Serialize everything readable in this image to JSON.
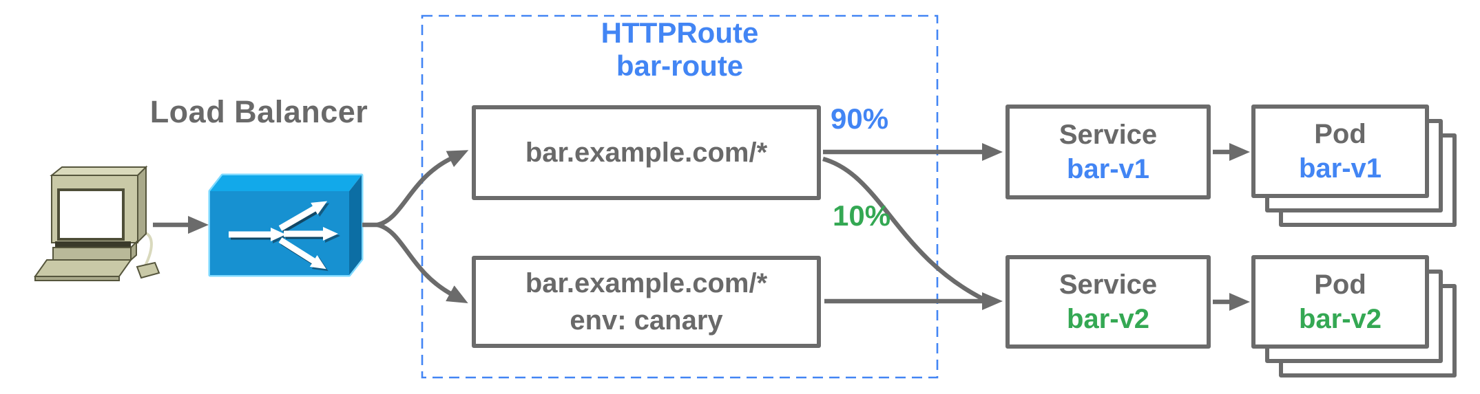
{
  "colors": {
    "blue": "#4285F4",
    "green": "#34A853",
    "gray": "#6B6B6B",
    "gray_text": "#696969",
    "dash_blue": "#4285F4",
    "lb_front": "#1791D1",
    "lb_top": "#12A9EA",
    "lb_side": "#0C6EA4",
    "lb_glow": "#7ED9FF",
    "pc_body": "#C9C9A7",
    "pc_top": "#DADABC",
    "pc_side": "#A9A98A",
    "pc_outline": "#55553C",
    "pc_band": "#3A3A2A",
    "pc_cable": "#D9D9BD"
  },
  "client": {
    "icon": "desktop-computer-icon"
  },
  "load_balancer": {
    "label": "Load Balancer",
    "icon": "load-balancer-icon"
  },
  "httproute": {
    "title": "HTTPRoute",
    "name": "bar-route",
    "rules": [
      {
        "match": "bar.example.com/*",
        "traffic_weight": "90%"
      },
      {
        "match": "bar.example.com/*",
        "header_match": "env: canary",
        "traffic_weight": "10%"
      }
    ]
  },
  "services": [
    {
      "kind": "Service",
      "name": "bar-v1",
      "accent": "blue"
    },
    {
      "kind": "Service",
      "name": "bar-v2",
      "accent": "green"
    }
  ],
  "pods": [
    {
      "kind": "Pod",
      "name": "bar-v1",
      "accent": "blue"
    },
    {
      "kind": "Pod",
      "name": "bar-v2",
      "accent": "green"
    }
  ]
}
